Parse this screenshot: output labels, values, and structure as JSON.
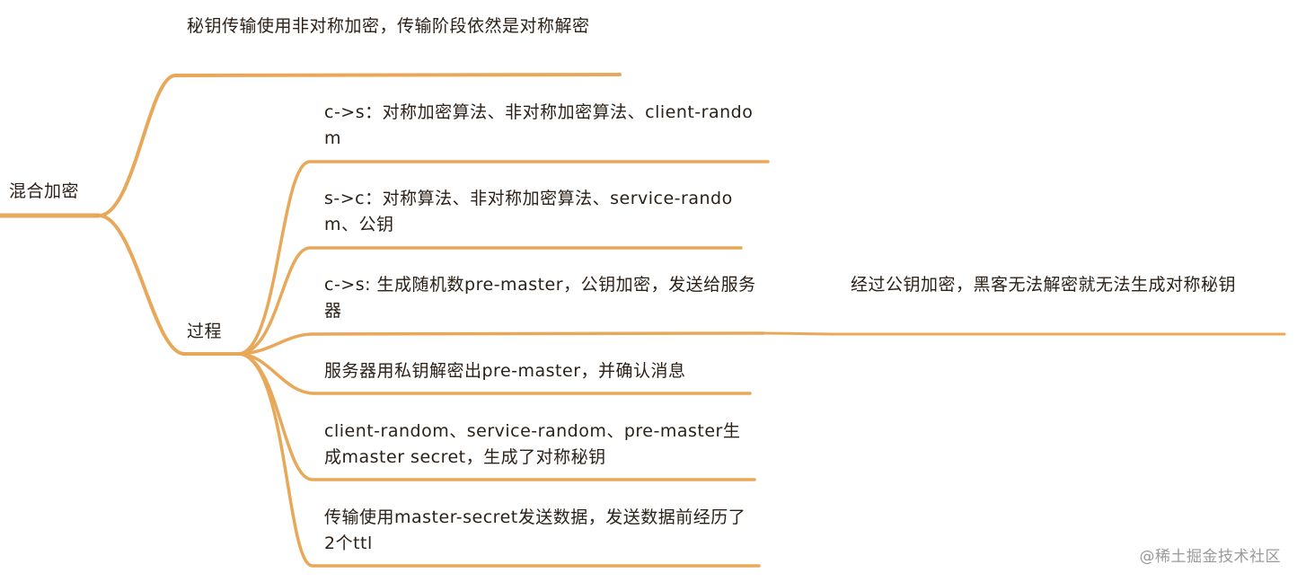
{
  "mindmap": {
    "root": "混合加密",
    "intro": "秘钥传输使用非对称加密，传输阶段依然是对称解密",
    "process_label": "过程",
    "steps": [
      "c->s：对称加密算法、非对称加密算法、client-random",
      "s->c：对称算法、非对称加密算法、service-random、公钥",
      "c->s: 生成随机数pre-master，公钥加密，发送给服务器",
      "服务器用私钥解密出pre-master，并确认消息",
      "client-random、service-random、pre-master生成master secret，生成了对称秘钥",
      "传输使用master-secret发送数据，发送数据前经历了2个ttl"
    ],
    "step3_note": "经过公钥加密，黑客无法解密就无法生成对称秘钥",
    "branch_color": "#e8a85a"
  },
  "watermark": "@稀土掘金技术社区"
}
